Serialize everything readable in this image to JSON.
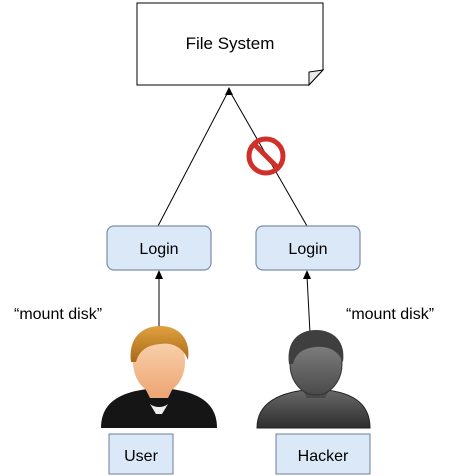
{
  "diagram": {
    "file_system": {
      "label": "File System"
    },
    "login_user": {
      "label": "Login"
    },
    "login_hacker": {
      "label": "Login"
    },
    "user_action": {
      "label": "“mount disk”"
    },
    "hacker_action": {
      "label": "“mount disk”"
    },
    "user": {
      "label": "User",
      "icon": "user-icon"
    },
    "hacker": {
      "label": "Hacker",
      "icon": "hacker-icon"
    },
    "blocked": {
      "icon": "prohibited-icon"
    }
  },
  "colors": {
    "login_fill": "#dae8f7",
    "login_stroke": "#7a8fa8",
    "person_fill": "#dae8f7",
    "prohibited": "#d0302a",
    "user_hair": "#c98a2a",
    "user_skin": "#f5c79a",
    "user_body": "#141414",
    "hacker_head": "#5e5e5e",
    "hacker_body": "#3a3a3a"
  }
}
